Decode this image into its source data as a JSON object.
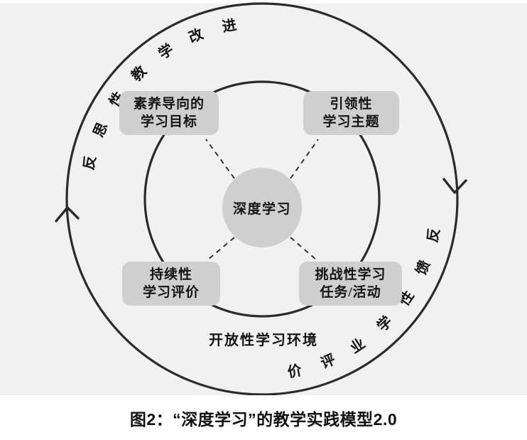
{
  "figure": {
    "background_color": "#f1f1f1",
    "caption": "图2：“深度学习”的教学实践模型2.0"
  },
  "center": {
    "label": "深度学习",
    "fill_color": "#cfcfcf"
  },
  "nodes": [
    {
      "id": "competency-oriented-learning-goals",
      "position": "top-left",
      "line1": "素养导向的",
      "line2": "学习目标",
      "fill_color": "#cfcfcf"
    },
    {
      "id": "leading-learning-theme",
      "position": "top-right",
      "line1": "引领性",
      "line2": "学习主题",
      "fill_color": "#cfcfcf"
    },
    {
      "id": "continuous-learning-assessment",
      "position": "bottom-left",
      "line1": "持续性",
      "line2": "学习评价",
      "fill_color": "#cfcfcf"
    },
    {
      "id": "challenging-learning-tasks",
      "position": "bottom-right",
      "line1": "挑战性学习",
      "line2": "任务/活动",
      "fill_color": "#cfcfcf"
    }
  ],
  "ring_labels": [
    {
      "id": "reflective-teaching-improvement",
      "text": "反思性教学改进",
      "position": "outer-ring-top-left"
    },
    {
      "id": "feedback-learning-evaluation",
      "text": "反馈性学业评价",
      "position": "outer-ring-bottom-right"
    }
  ],
  "environment_label": {
    "text": "开放性学习环境",
    "position": "inner-ring-bottom"
  },
  "arrows": [
    {
      "id": "outer-ring-arrow-left",
      "direction": "up"
    },
    {
      "id": "outer-ring-arrow-right",
      "direction": "down"
    }
  ],
  "colors": {
    "stroke": "#2b2b2b",
    "node_fill": "#cfcfcf",
    "text": "#141414",
    "background": "#f1f1f1",
    "caption_background": "#ffffff"
  }
}
